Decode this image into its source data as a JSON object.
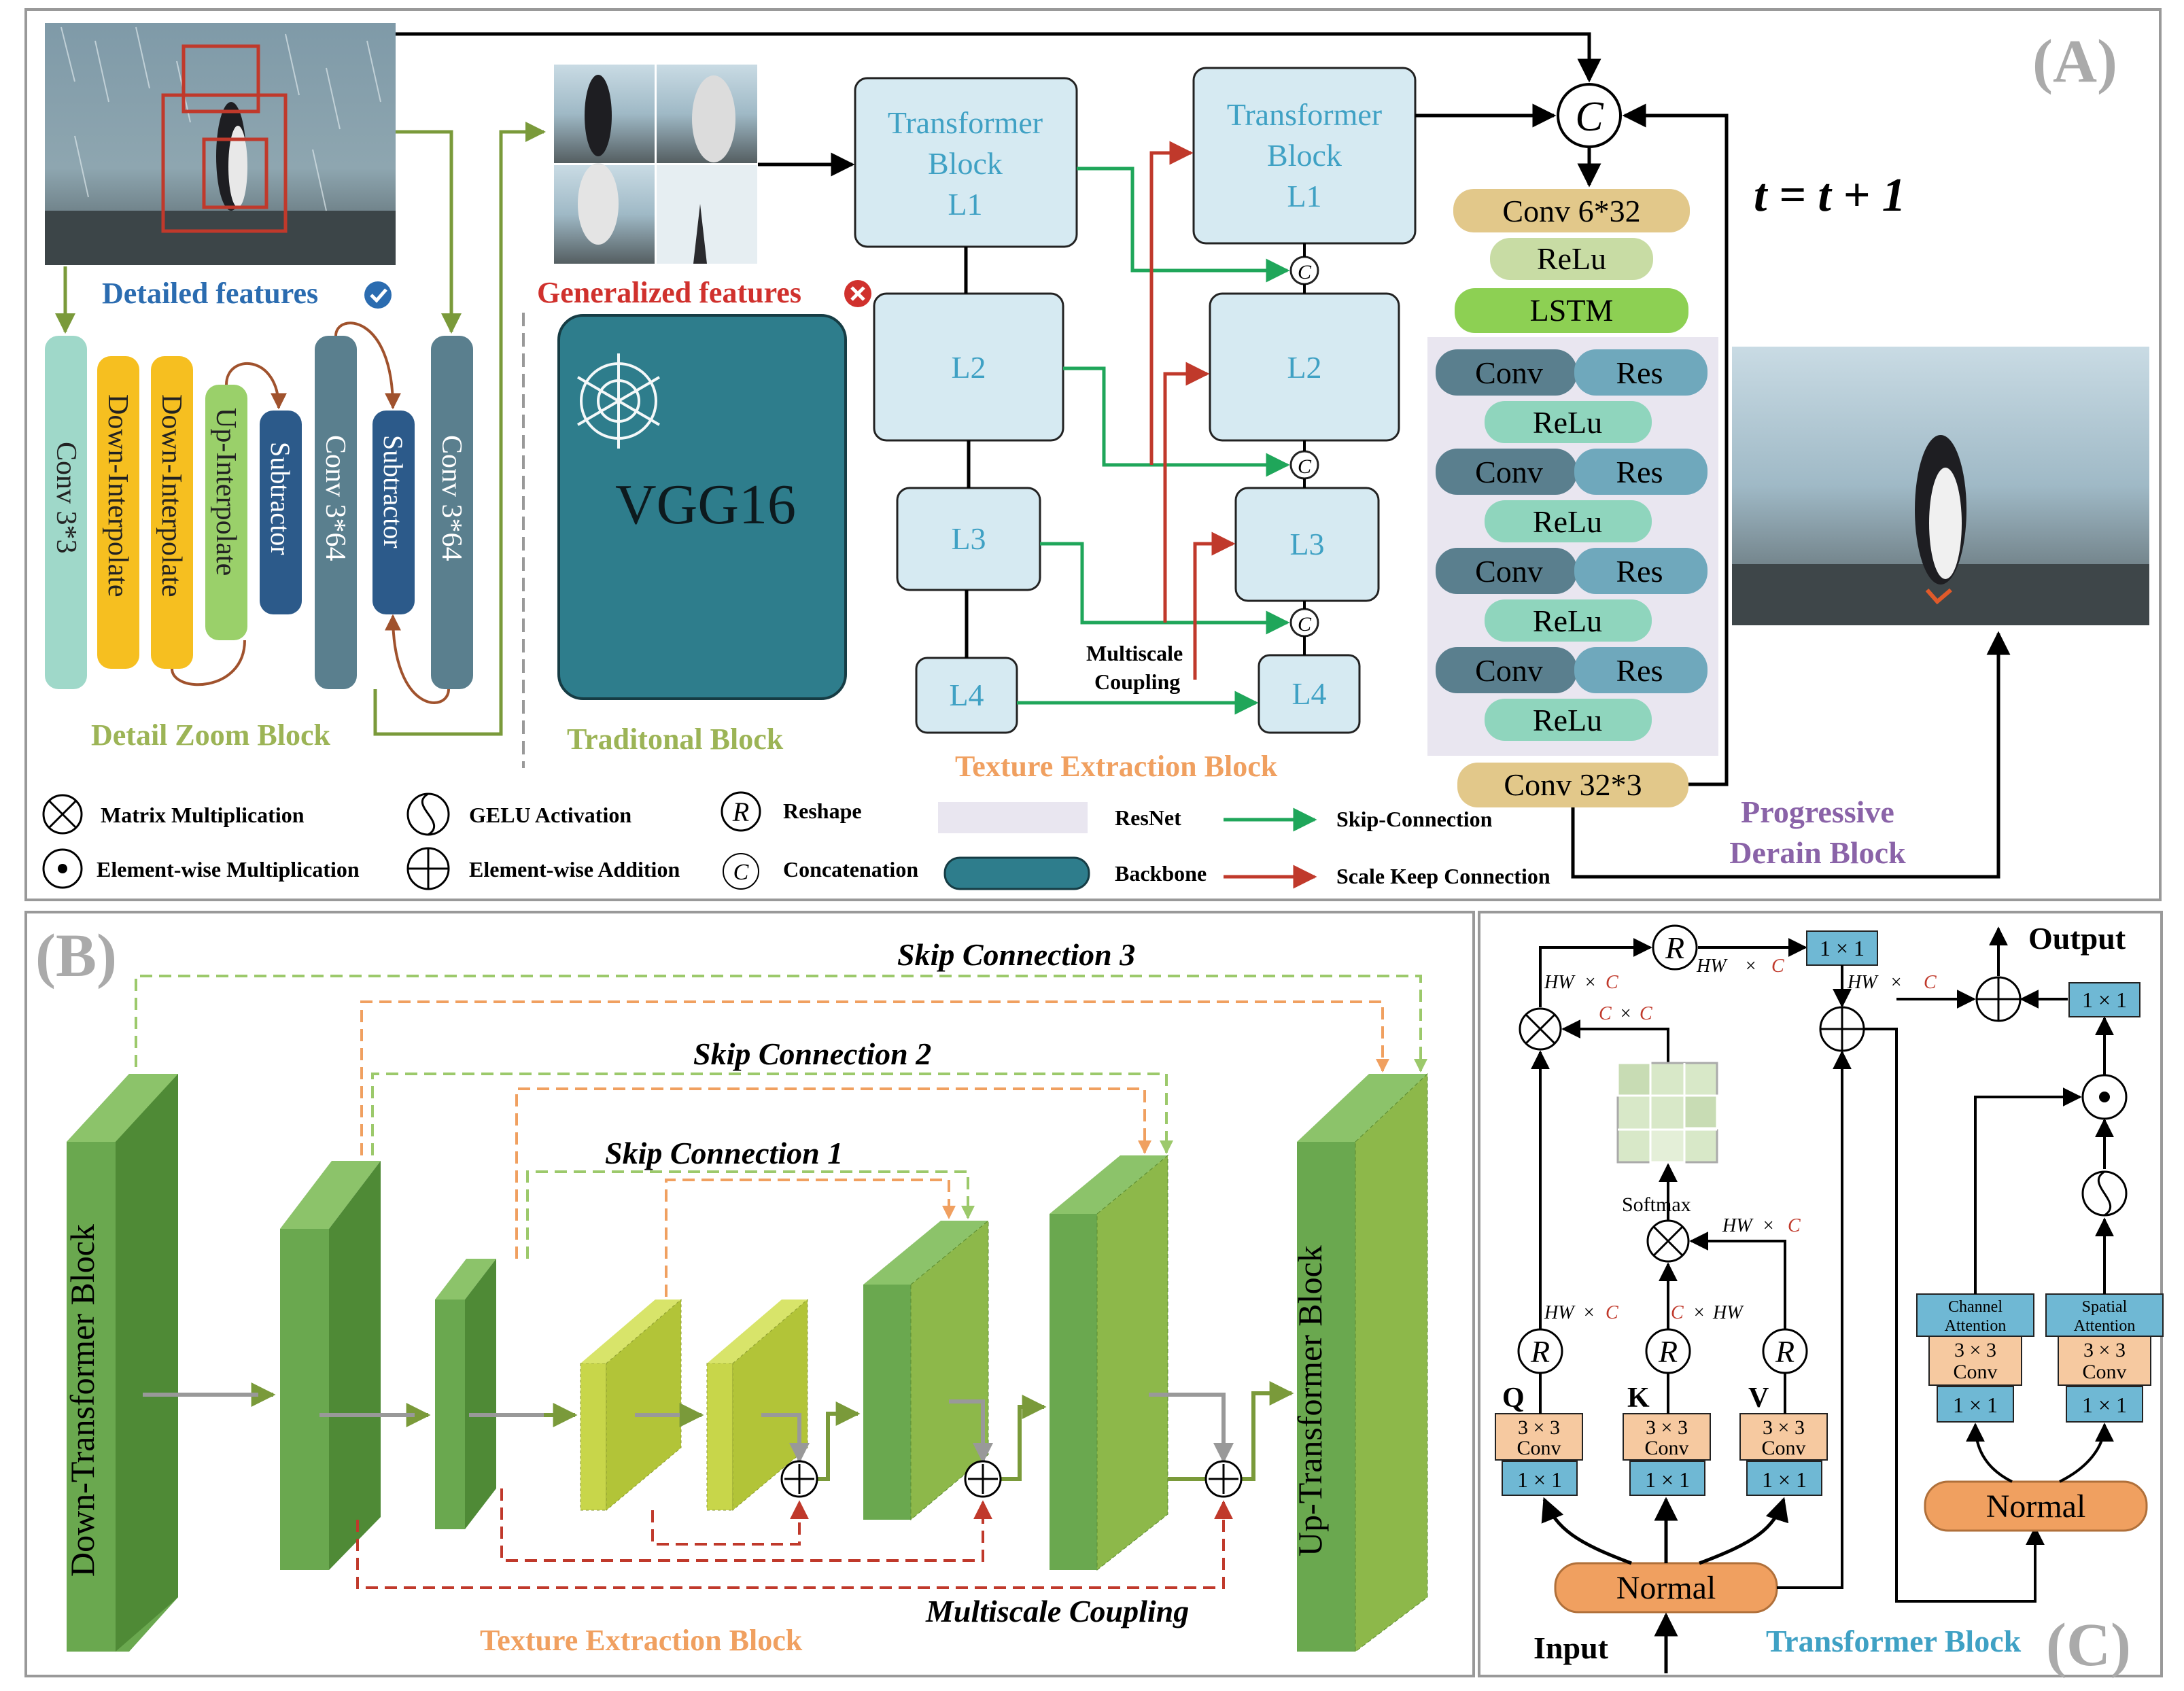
{
  "panel_a": {
    "label": "(A)",
    "detailed_features": "Detailed features",
    "generalized_features": "Generalized features",
    "detail_zoom": {
      "title": "Detail Zoom Block",
      "layers": [
        "Conv 3*3",
        "Down-Interpolate",
        "Down-Interpolate",
        "Up-Interpolate",
        "Subtractor",
        "Conv 3*64",
        "Subtractor",
        "Conv 3*64"
      ]
    },
    "traditional": {
      "title": "Traditonal Block",
      "backbone": "VGG16"
    },
    "texture": {
      "title": "Texture Extraction Block",
      "left_top": [
        "Transformer",
        "Block",
        "L1"
      ],
      "right_top": [
        "Transformer",
        "Block",
        "L1"
      ],
      "l2": "L2",
      "l3": "L3",
      "l4": "L4",
      "multiscale": [
        "Multiscale",
        "Coupling"
      ],
      "concat": "C"
    },
    "progressive": {
      "title_line1": "Progressive",
      "title_line2": "Derain Block",
      "conv_top": "Conv 6*32",
      "relu": "ReLu",
      "lstm": "LSTM",
      "conv": "Conv",
      "res": "Res",
      "conv_bottom": "Conv 32*3",
      "concat": "C"
    },
    "equation": "t = t + 1",
    "legend": [
      {
        "symbol": "otimes",
        "label": "Matrix Multiplication"
      },
      {
        "symbol": "odot",
        "label": "Element-wise Multiplication"
      },
      {
        "symbol": "gelu",
        "label": "GELU Activation"
      },
      {
        "symbol": "oplus",
        "label": "Element-wise Addition"
      },
      {
        "symbol": "R",
        "label": "Reshape"
      },
      {
        "symbol": "C",
        "label": "Concatenation"
      },
      {
        "symbol": "resnet-swatch",
        "label": "ResNet"
      },
      {
        "symbol": "backbone-swatch",
        "label": "Backbone"
      },
      {
        "symbol": "green-arrow",
        "label": "Skip-Connection"
      },
      {
        "symbol": "red-arrow",
        "label": "Scale Keep Connection"
      }
    ]
  },
  "panel_b": {
    "label": "(B)",
    "down_block": "Down-Transformer Block",
    "up_block": "Up-Transformer Block",
    "skip1": "Skip Connection 1",
    "skip2": "Skip Connection 2",
    "skip3": "Skip Connection 3",
    "texture_title": "Texture Extraction Block",
    "multiscale": "Multiscale Coupling"
  },
  "panel_c": {
    "label": "(C)",
    "title": "Transformer Block",
    "input": "Input",
    "output": "Output",
    "normal": "Normal",
    "softmax": "Softmax",
    "q": "Q",
    "k": "K",
    "v": "V",
    "one_by_one": "1 × 1",
    "conv3_line1": "3 × 3",
    "conv3_line2": "Conv",
    "channel_attn": [
      "Channel",
      "Attention"
    ],
    "spatial_attn": [
      "Spatial",
      "Attention"
    ],
    "reshape": "R",
    "dims": {
      "hw": "HW",
      "c": "C",
      "times": "×"
    }
  },
  "colors": {
    "skip_green": "#1fa65a",
    "scale_red": "#c0392b",
    "olive": "#7a9a3a",
    "brown": "#a0522d",
    "light_blue_box": "#d6eaf2",
    "teal_backbone": "#2e7d8c",
    "block_green": "#6aa84f",
    "orange_normal": "#f0a060"
  }
}
